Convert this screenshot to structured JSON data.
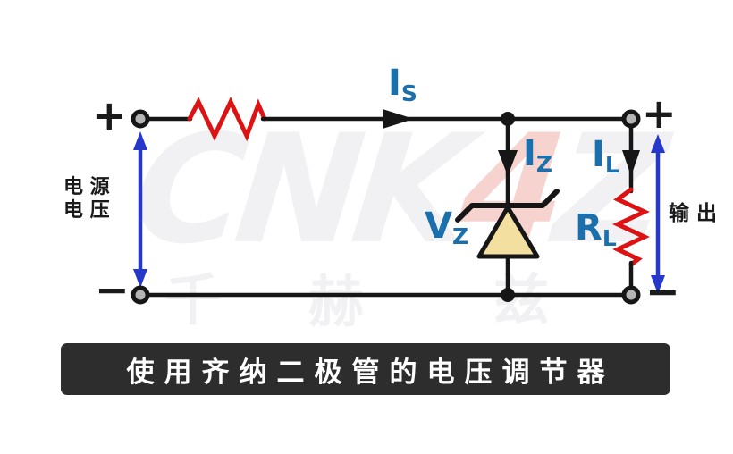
{
  "title_bar": {
    "text": "使用齐纳二极管的电压调节器"
  },
  "watermark": {
    "part1": "CNK",
    "part2": "4",
    "part3": "Z",
    "char1": "千",
    "char2": "赫",
    "char3": "兹"
  },
  "labels": {
    "source_voltage_line1": "电 源",
    "source_voltage_line2": "电 压",
    "output": "输 出",
    "is": {
      "main": "I",
      "sub": "S"
    },
    "iz": {
      "main": "I",
      "sub": "Z"
    },
    "il": {
      "main": "I",
      "sub": "L"
    },
    "vz": {
      "main": "V",
      "sub": "Z"
    },
    "rl": {
      "main": "R",
      "sub": "L"
    }
  },
  "signs": {
    "plus": "+",
    "minus": "−"
  },
  "colors": {
    "wire": "#161616",
    "resistor_red": "#dd1212",
    "arrow_blue": "#2538c9",
    "label_blue": "#1b6fad",
    "zener_fill": "#f3dfa0",
    "watermark_gray": "#f1f1f4",
    "watermark_pink": "#f7d3cf",
    "titlebar_bg": "#2d2d2d",
    "titlebar_fg": "#ffffff"
  }
}
